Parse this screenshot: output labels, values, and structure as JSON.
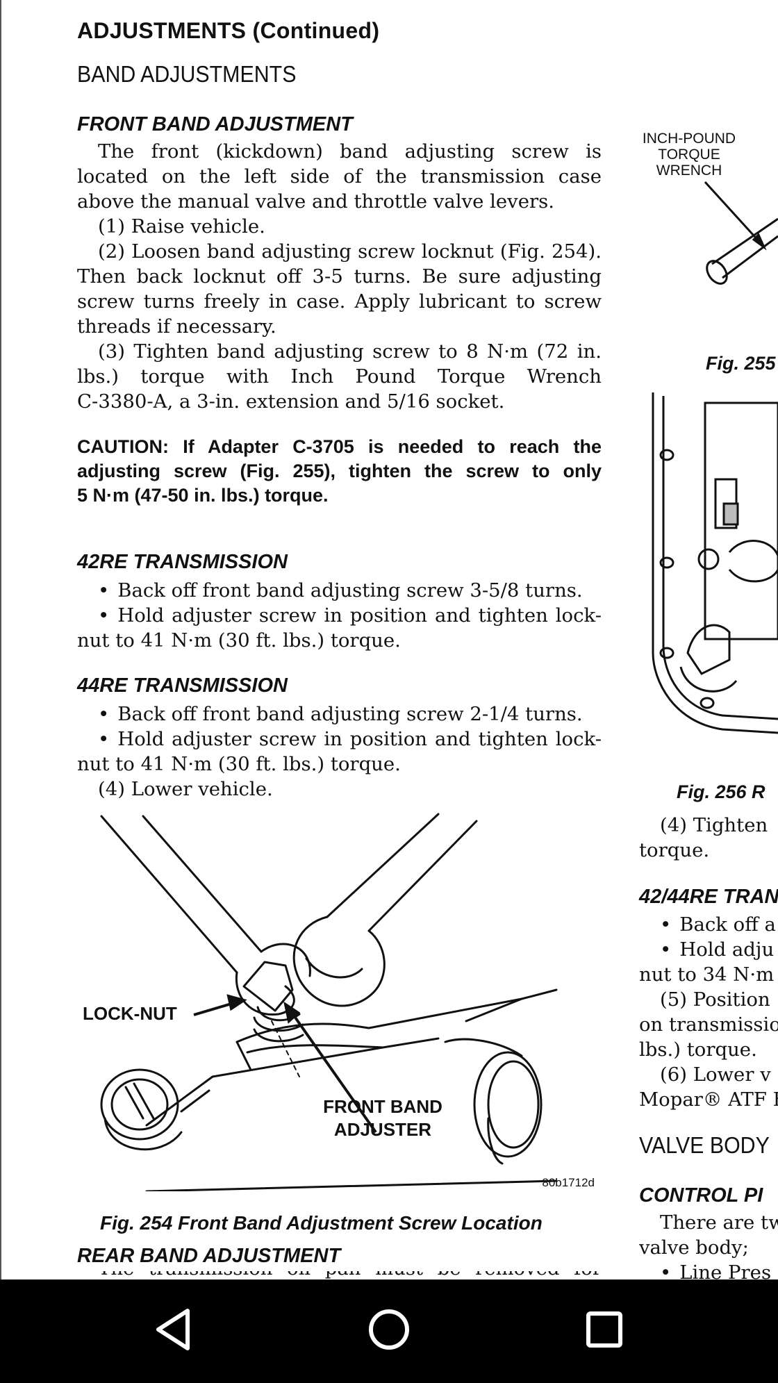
{
  "left": {
    "title": "ADJUSTMENTS (Continued)",
    "section": "BAND ADJUSTMENTS",
    "front_heading": "FRONT BAND ADJUSTMENT",
    "intro": [
      "The front (kickdown) band adjusting screw is",
      "located on the left side of the transmission case",
      "above the manual valve and throttle valve levers."
    ],
    "step1": "(1) Raise vehicle.",
    "step2": [
      "(2) Loosen band adjusting screw locknut (Fig. 254).",
      "Then back locknut off 3-5 turns. Be sure adjusting",
      "screw turns freely in case. Apply lubricant to screw",
      "threads if necessary."
    ],
    "step3": [
      "(3) Tighten band adjusting screw to 8 N·m (72 in.",
      "lbs.) torque with Inch Pound Torque Wrench",
      "C-3380-A, a 3-in. extension and 5/16 socket."
    ],
    "caution": [
      "CAUTION:  If Adapter C-3705 is needed to reach the",
      "adjusting screw (Fig. 255), tighten the screw to only",
      "5 N·m (47-50 in. lbs.) torque."
    ],
    "h42": "42RE TRANSMISSION",
    "b42_1": "Back off front band adjusting screw 3-5/8 turns.",
    "b42_2a": "Hold adjuster screw in position and tighten lock-",
    "b42_2b": "nut to 41 N·m (30 ft. lbs.) torque.",
    "h44": "44RE TRANSMISSION",
    "b44_1": "Back off front band adjusting screw 2-1/4 turns.",
    "b44_2a": "Hold adjuster screw in position and tighten lock-",
    "b44_2b": "nut to 41 N·m (30 ft. lbs.) torque.",
    "step4": "(4) Lower vehicle.",
    "fig254": {
      "label_locknut": "LOCK-NUT",
      "label_adjuster_1": "FRONT BAND",
      "label_adjuster_2": "ADJUSTER",
      "code": "80b1712d",
      "caption": "Fig. 254 Front Band Adjustment Screw Location"
    },
    "rear_heading": "REAR BAND ADJUSTMENT"
  },
  "right": {
    "fig255": {
      "label_1": "INCH-POUND",
      "label_2": "TORQUE",
      "label_3": "WRENCH",
      "caption": "Fig. 255"
    },
    "fig256_caption": "Fig. 256 R",
    "step4a": "(4) Tighten",
    "step4b": "torque.",
    "h4244": "42/44RE TRAN",
    "b1": "Back off a",
    "b2": "Hold adju",
    "b2b": "nut to 34 N·m",
    "s5a": "(5) Position",
    "s5b": "on transmissio",
    "s5c": "lbs.) torque.",
    "s6a": "(6) Lower v",
    "s6b": "Mopar® ATF F",
    "valve_body": "VALVE BODY",
    "control": "CONTROL PI",
    "there1": "There are tw",
    "there2": "valve body;",
    "line_pres": "Line Pres"
  }
}
